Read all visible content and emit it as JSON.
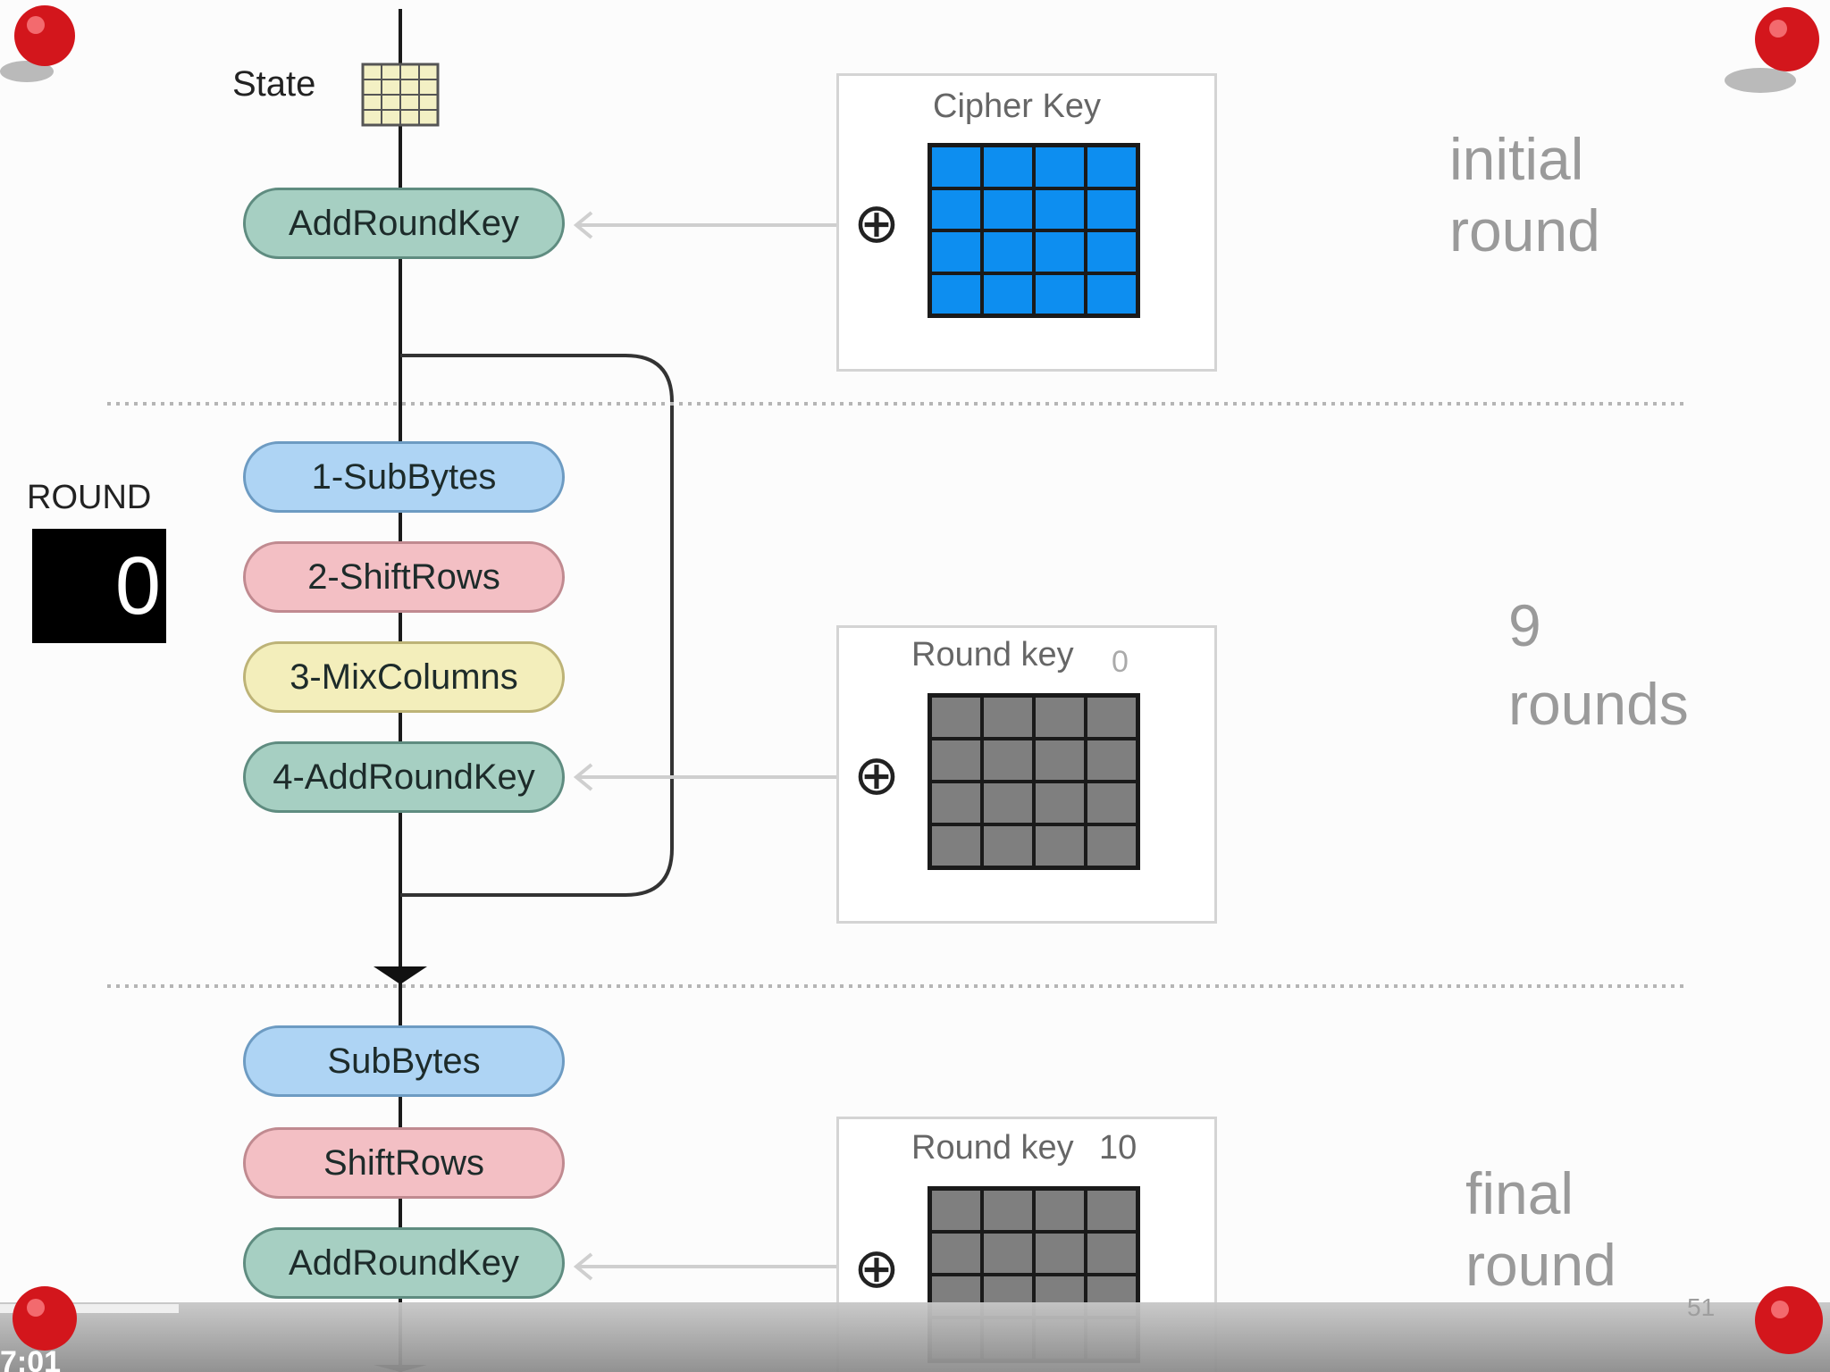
{
  "state_label": "State",
  "initial_round": {
    "pill": "AddRoundKey",
    "key_title": "Cipher Key",
    "label_line1": "initial",
    "label_line2": "round"
  },
  "middle_rounds": {
    "steps": [
      "1-SubBytes",
      "2-ShiftRows",
      "3-MixColumns",
      "4-AddRoundKey"
    ],
    "key_title": "Round key",
    "key_number": "0",
    "label_line1": "9",
    "label_line2": "rounds"
  },
  "round_counter": {
    "label": "ROUND",
    "value": "0"
  },
  "final_round": {
    "steps": [
      "SubBytes",
      "ShiftRows",
      "AddRoundKey"
    ],
    "key_title": "Round key",
    "key_number": "10",
    "label_line1": "final",
    "label_line2": "round"
  },
  "oplus_symbol": "⊕",
  "colors": {
    "cipher_key": "#0d8ef0",
    "round_key": "#7f7f7f",
    "addroundkey": "#a6cfc2",
    "subbytes": "#aed4f4",
    "shiftrows": "#f3bfc4",
    "mixcolumns": "#f3eebb",
    "pin": "#d3161c"
  },
  "slide_number": "51",
  "player_time": "7:01"
}
